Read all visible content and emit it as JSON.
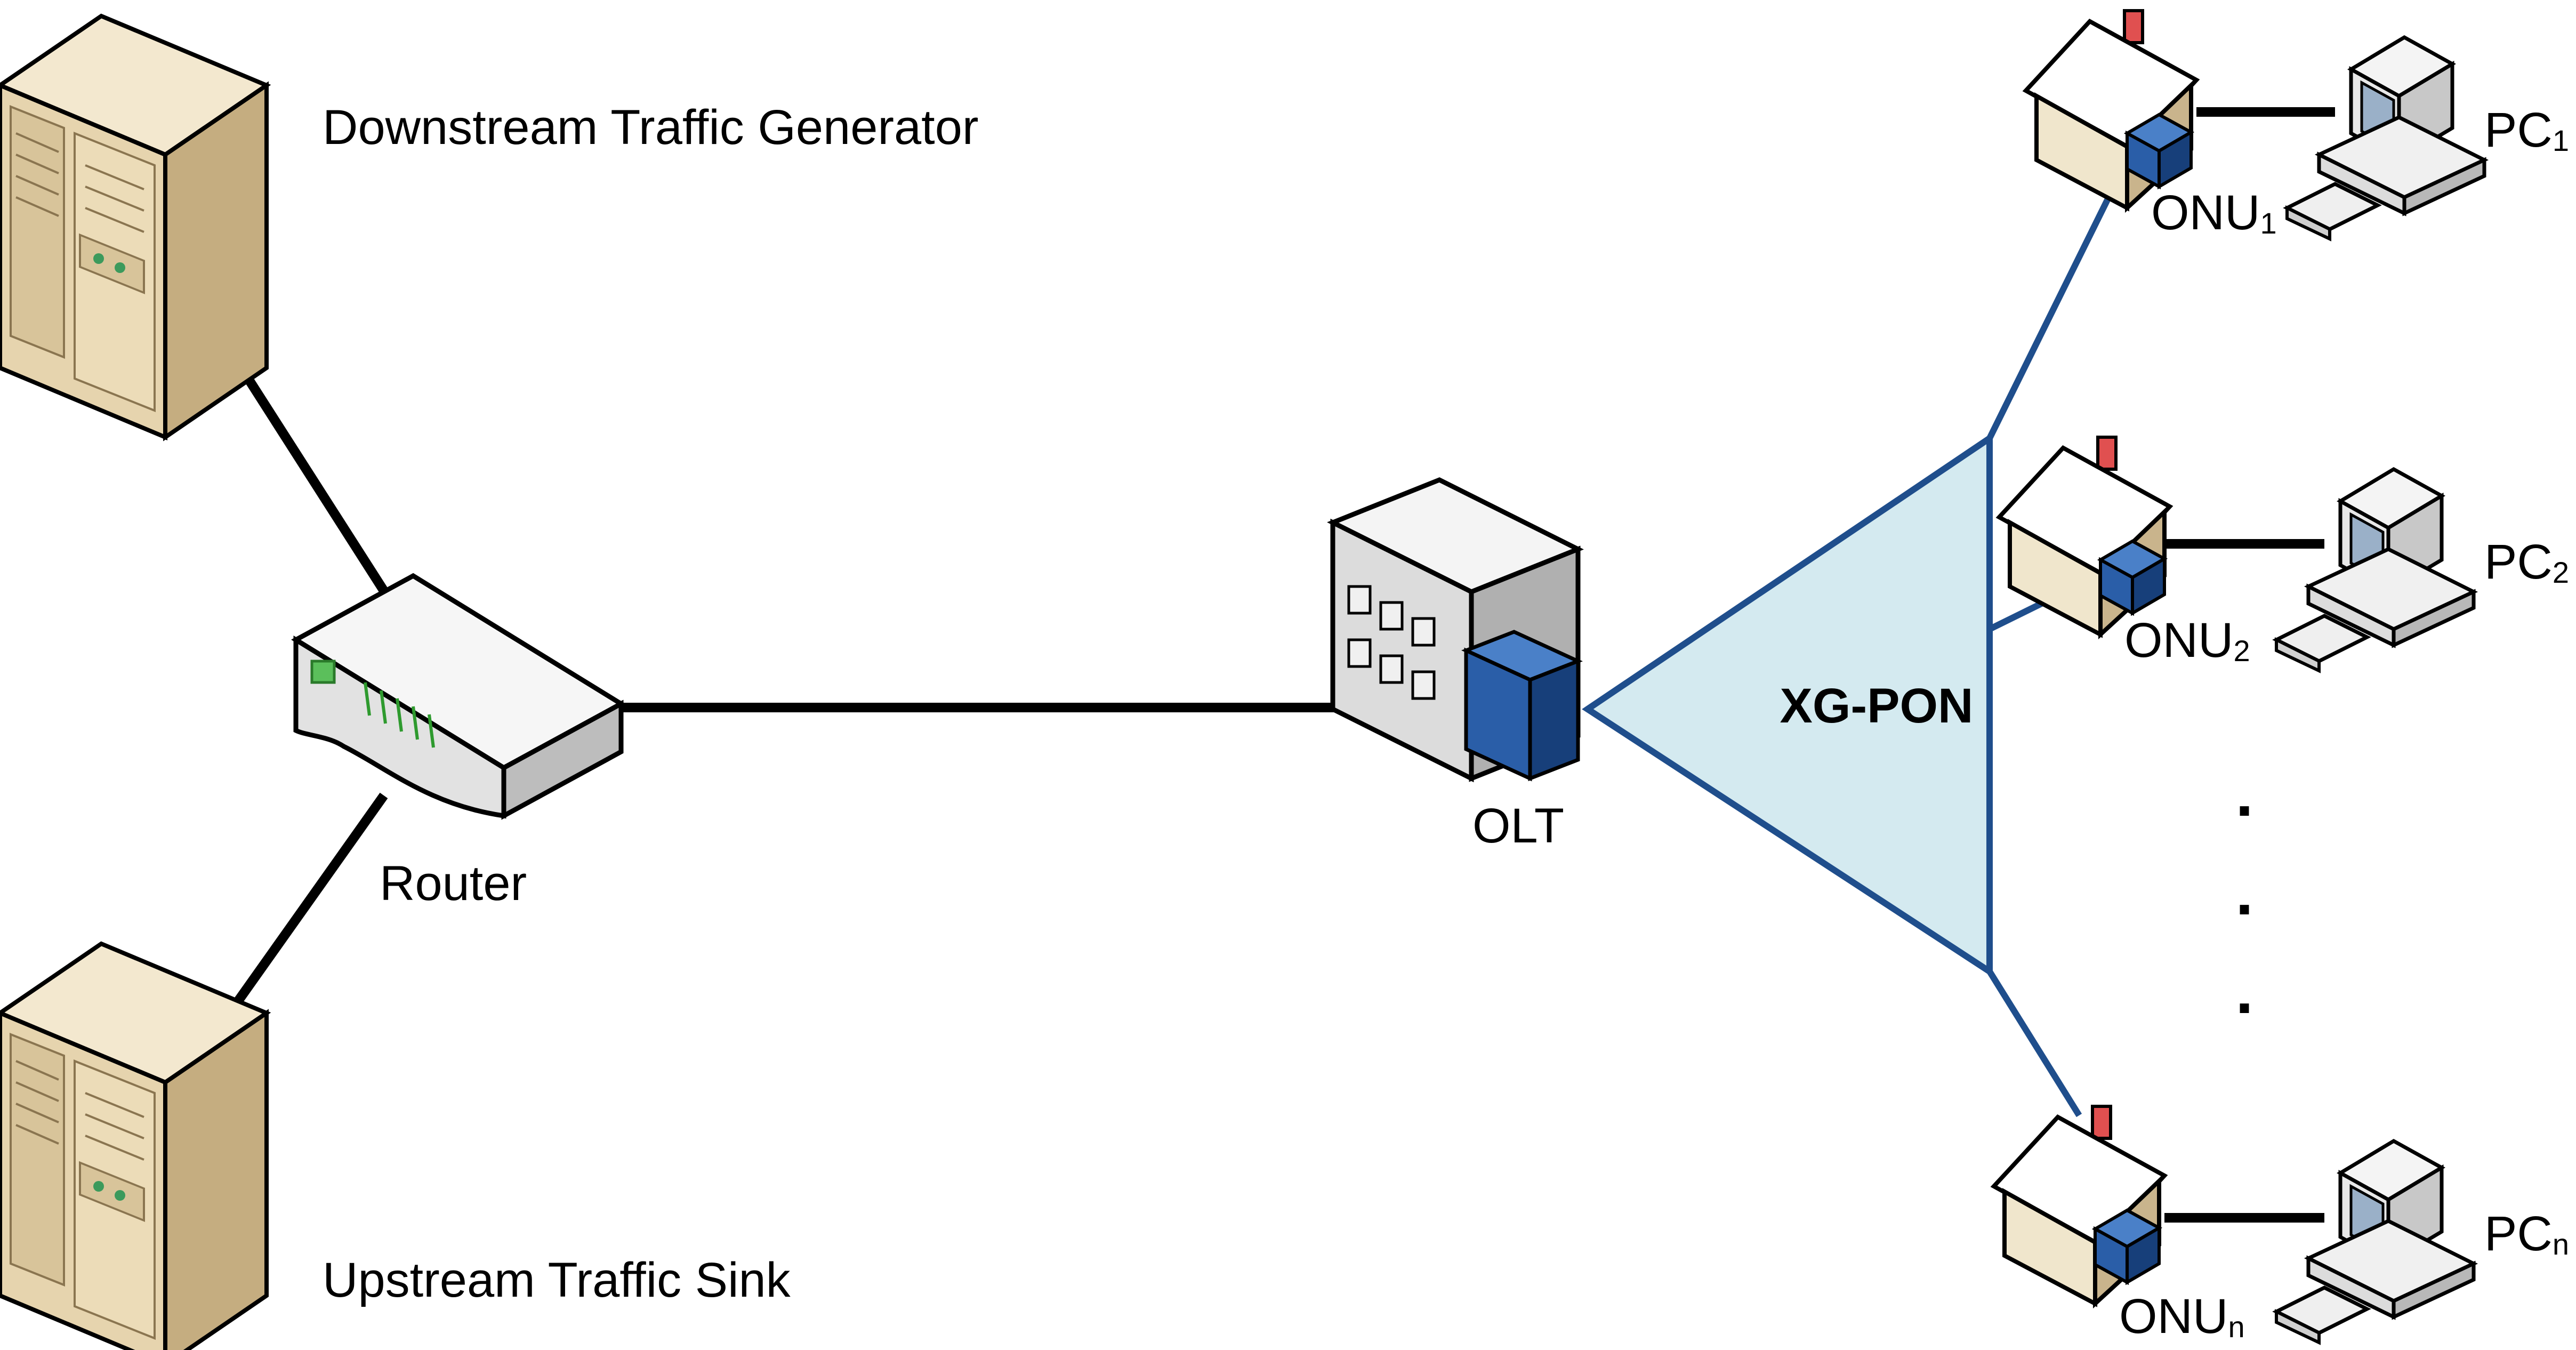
{
  "labels": {
    "generator": "Downstream Traffic Generator",
    "sink": "Upstream Traffic Sink",
    "router": "Router",
    "olt": "OLT",
    "pon": "XG-PON",
    "onu_base": "ONU",
    "pc_base": "PC",
    "onu_subs": [
      "1",
      "2",
      "n"
    ],
    "pc_subs": [
      "1",
      "2",
      "n"
    ],
    "ellipsis": "."
  },
  "colors": {
    "server_face": "#e8d9b8",
    "server_side": "#c9b48c",
    "pon_fill": "#d4eaf0",
    "fiber": "#1f4e8c",
    "port": "#1e5aa0",
    "cable": "#000000"
  },
  "icons": [
    "server-icon",
    "router-icon",
    "olt-building-icon",
    "house-icon",
    "computer-icon"
  ]
}
